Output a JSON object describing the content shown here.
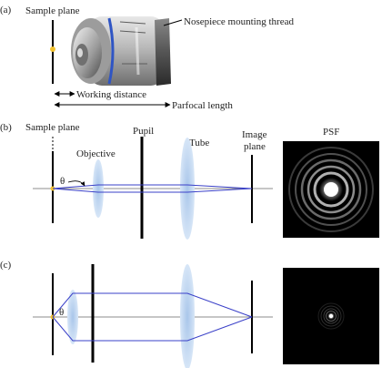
{
  "panels": {
    "a": {
      "label": "(a)",
      "sample_plane": "Sample plane",
      "mount_callout": "Nosepiece mounting thread",
      "working_distance": "Working distance",
      "parfocal_length": "Parfocal length"
    },
    "b": {
      "label": "(b)",
      "sample_plane": "Sample plane",
      "objective": "Objective",
      "pupil": "Pupil",
      "tube": "Tube",
      "image_plane_line1": "Image",
      "image_plane_line2": "plane",
      "psf": "PSF",
      "angle": "θ"
    },
    "c": {
      "label": "(c)",
      "angle": "θ"
    }
  },
  "colors": {
    "ray": "#3a40c8",
    "lens": "#bcd4ef",
    "axis": "#8c8c8c",
    "sample_point": "#f2c230",
    "objective_band": "#2f55c4",
    "plane": "#000000"
  }
}
